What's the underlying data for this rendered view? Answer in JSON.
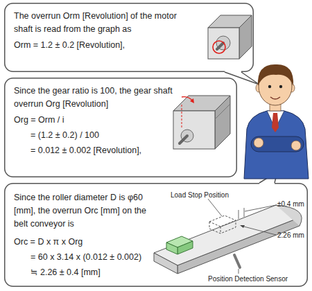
{
  "diagram": {
    "nodes": [
      {
        "text": [
          "The overrun Orm [Revolution] of the motor shaft is read from the graph as",
          "Orm = 1.2 ± 0.2 [Revolution],"
        ]
      },
      {
        "text": [
          "Since the gear ratio is 100, the gear shaft overrun Org [Revolution]",
          "Org = Orm / i",
          "= (1.2 ± 0.2) / 100",
          "= 0.012 ± 0.002 [Revolution],"
        ]
      },
      {
        "text": [
          "Since the roller diameter D is φ60 [mm], the overrun Orc [mm] on the belt conveyor is",
          "Orc = D x π x Org",
          "= 60 x 3.14 x (0.012 ± 0.002)",
          "≒ 2.26 ± 0.4 [mm]"
        ]
      }
    ],
    "labels": [
      "Load Stop Position",
      "±0.4 mm",
      "2.26 mm",
      "Position Detection Sensor"
    ]
  }
}
